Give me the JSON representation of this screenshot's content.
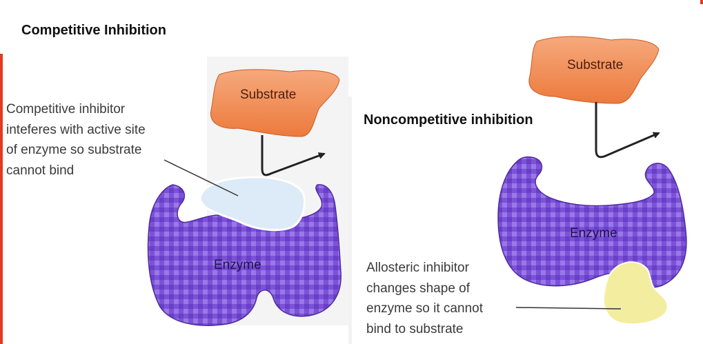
{
  "title": "Competitive Inhibition",
  "left_panel": {
    "caption": "Competitive inhibitor\ninteferes with active site\nof enzyme so substrate\ncannot bind",
    "substrate_label": "Substrate",
    "enzyme_label": "Enzyme"
  },
  "right_panel": {
    "title": "Noncompetitive inhibition",
    "substrate_label": "Substrate",
    "enzyme_label": "Enzyme",
    "caption": "Allosteric inhibitor\nchanges shape of\nenzyme so it cannot\nbind to substrate"
  },
  "colors": {
    "substrate": "#f08a52",
    "enzyme": "#7a4fd6",
    "competitive_inhibitor": "#dcebf7",
    "allosteric_inhibitor": "#f3eda0",
    "accent_edge": "#e23b1d"
  }
}
